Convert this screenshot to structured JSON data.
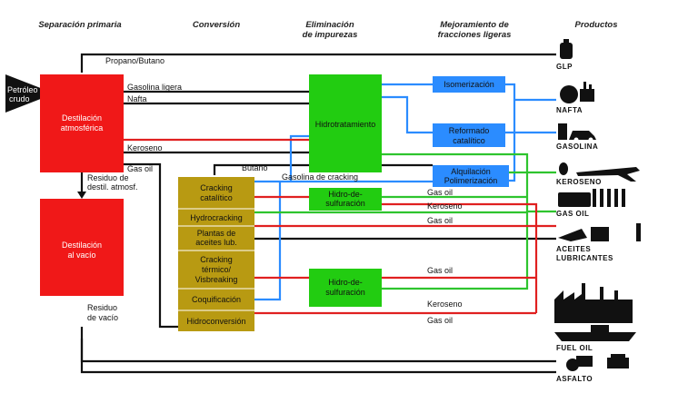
{
  "headers": {
    "separation": "Separación primaria",
    "conversion": "Conversión",
    "elimination_1": "Eliminación",
    "elimination_2": "de impurezas",
    "improvement_1": "Mejoramiento de",
    "improvement_2": "fracciones ligeras",
    "products": "Productos"
  },
  "input": {
    "line1": "Petróleo",
    "line2": "crudo"
  },
  "units": {
    "atm_distillation_1": "Destilación",
    "atm_distillation_2": "atmosférica",
    "vac_distillation_1": "Destilación",
    "vac_distillation_2": "al vacío",
    "hydrotreating": "Hidrotratamiento",
    "isomerization": "Isomerización",
    "reforming_1": "Reformado",
    "reforming_2": "catalítico",
    "alkylation_1": "Alquilación",
    "alkylation_2": "Polimerización",
    "cat_cracking_1": "Cracking",
    "cat_cracking_2": "catalítico",
    "hydrocracking": "Hydrocracking",
    "lube_plants_1": "Plantas de",
    "lube_plants_2": "aceites lub.",
    "thermal_cracking_1": "Cracking",
    "thermal_cracking_2": "térmico/",
    "thermal_cracking_3": "Visbreaking",
    "coking": "Coquificación",
    "hydroconversion": "Hidroconversión",
    "hds_1_line1": "Hidro-de-",
    "hds_1_line2": "sulfuración",
    "hds_2_line1": "Hidro-de-",
    "hds_2_line2": "sulfuración"
  },
  "streams": {
    "propane_butane": "Propano/Butano",
    "light_gasoline": "Gasolina ligera",
    "naphtha": "Nafta",
    "kerosene_1": "Keroseno",
    "gas_oil_1": "Gas oil",
    "butane": "Butano",
    "atm_residue_1": "Residuo de",
    "atm_residue_2": "destil. atmosf.",
    "cracking_gasoline": "Gasolina de cracking",
    "gas_oil_2": "Gas oil",
    "kerosene_2": "Keroseno",
    "gas_oil_3": "Gas oil",
    "gas_oil_4": "Gas oil",
    "kerosene_3": "Keroseno",
    "gas_oil_5": "Gas oil",
    "vac_residue_1": "Residuo",
    "vac_residue_2": "de vacío"
  },
  "products": {
    "lpg": "GLP",
    "naphtha": "NAFTA",
    "gasoline": "GASOLINA",
    "kerosene": "KEROSENO",
    "gas_oil": "GAS OIL",
    "lubricants_1": "ACEITES",
    "lubricants_2": "LUBRICANTES",
    "fuel_oil": "FUEL OIL",
    "asphalt": "ASFALTO"
  },
  "colors": {
    "distillation": "#f01818",
    "hydrotreating": "#22cc11",
    "improvement": "#2b8cff",
    "conversion": "#b89a12",
    "line_black": "#111111",
    "line_blue": "#2b8cff",
    "line_green": "#2ec42e",
    "line_red": "#e02020"
  }
}
